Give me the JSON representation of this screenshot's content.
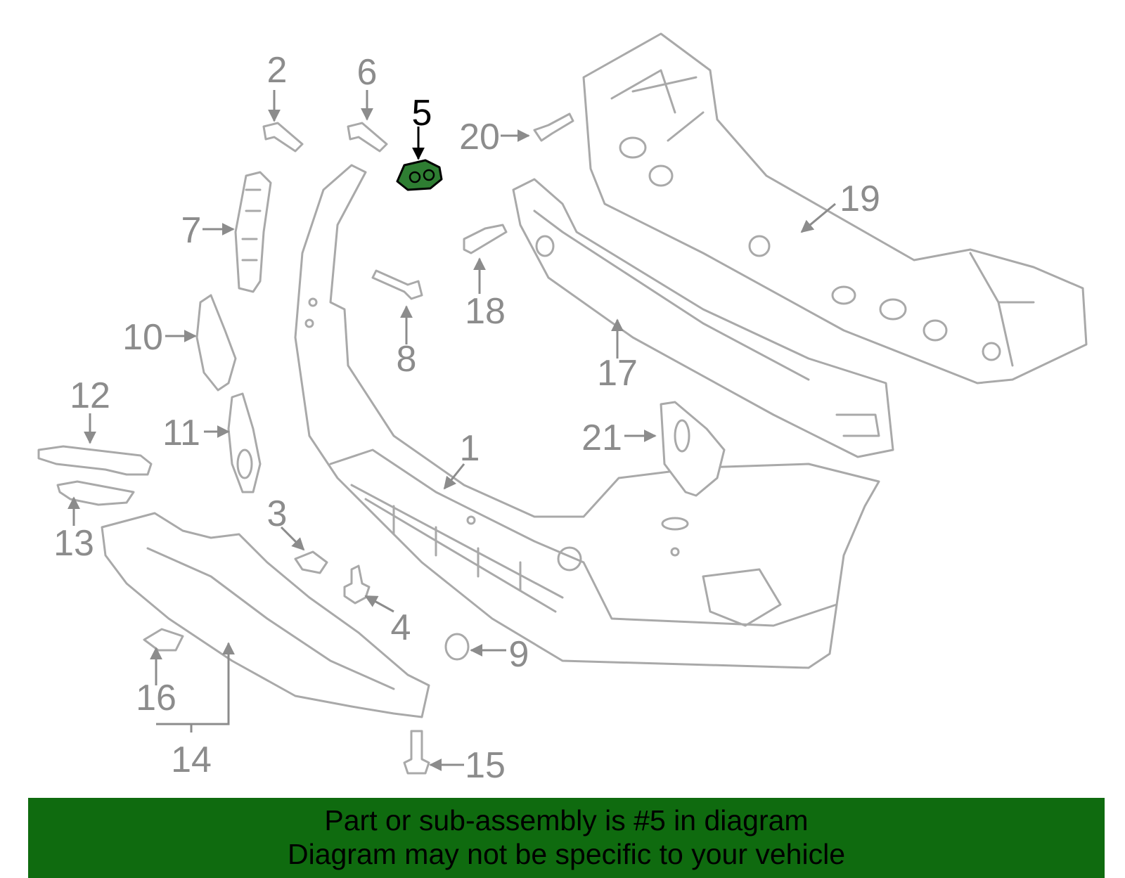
{
  "diagram": {
    "highlight_color": "#2e7d32",
    "callouts": [
      "1",
      "2",
      "3",
      "4",
      "5",
      "6",
      "7",
      "8",
      "9",
      "10",
      "11",
      "12",
      "13",
      "14",
      "15",
      "16",
      "17",
      "18",
      "19",
      "20",
      "21"
    ],
    "highlighted_part": "5"
  },
  "banner": {
    "line1": "Part or sub-assembly is #5 in diagram",
    "line2": "Diagram may not be specific to your vehicle",
    "color": "#0f6b0f"
  }
}
